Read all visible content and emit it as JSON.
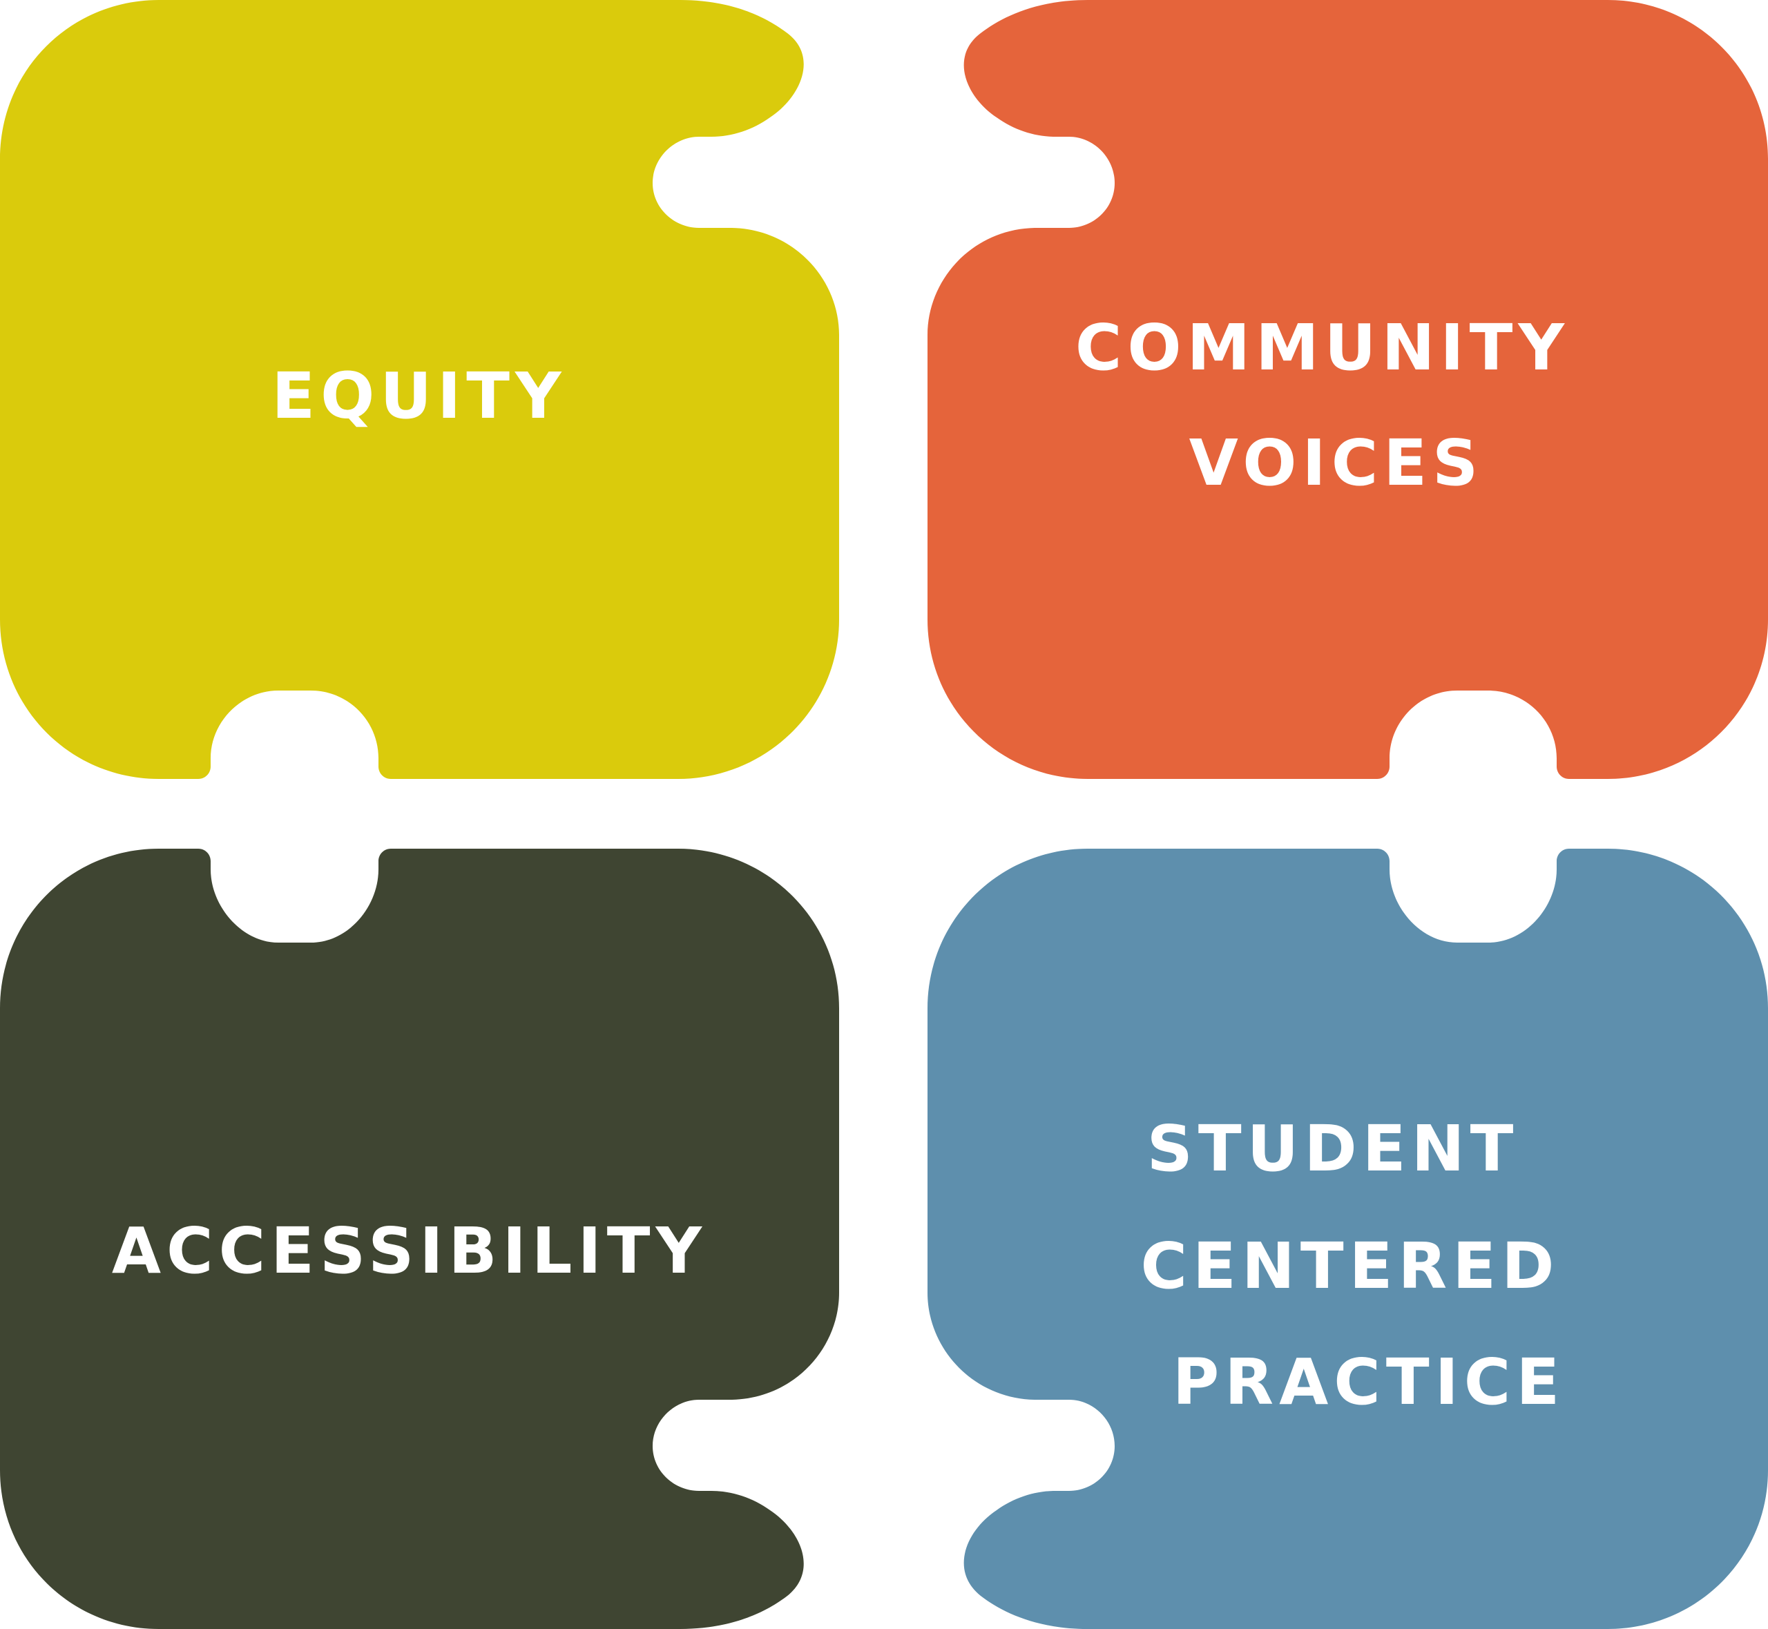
{
  "pieces": [
    {
      "id": "equity",
      "color": "#DACB0C",
      "lines": [
        "EQUITY"
      ]
    },
    {
      "id": "community-voices",
      "color": "#E5643B",
      "lines": [
        "COMMUNITY",
        "VOICES"
      ]
    },
    {
      "id": "accessibility",
      "color": "#3F4532",
      "lines": [
        "ACCESSIBILITY"
      ]
    },
    {
      "id": "student-centered-practice",
      "color": "#5E8FAD",
      "lines": [
        "STUDENT",
        "CENTERED",
        "PRACTICE"
      ]
    }
  ]
}
